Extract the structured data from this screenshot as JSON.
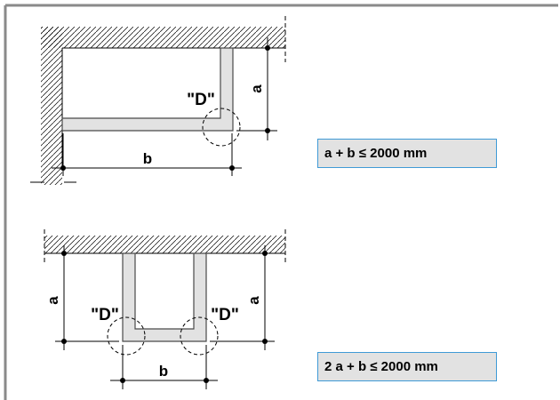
{
  "diagram1": {
    "label_a": "a",
    "label_b": "b",
    "label_d": "\"D\"",
    "formula": "a + b ≤ 2000 mm"
  },
  "diagram2": {
    "label_a_left": "a",
    "label_a_right": "a",
    "label_b": "b",
    "label_d_left": "\"D\"",
    "label_d_right": "\"D\"",
    "formula": "2 a + b ≤ 2000 mm"
  },
  "colors": {
    "frame": "#8a8a8a",
    "pipe_fill": "#e2e2e2",
    "formula_border": "#3f9ad6",
    "formula_fill": "#e2e2e2"
  }
}
